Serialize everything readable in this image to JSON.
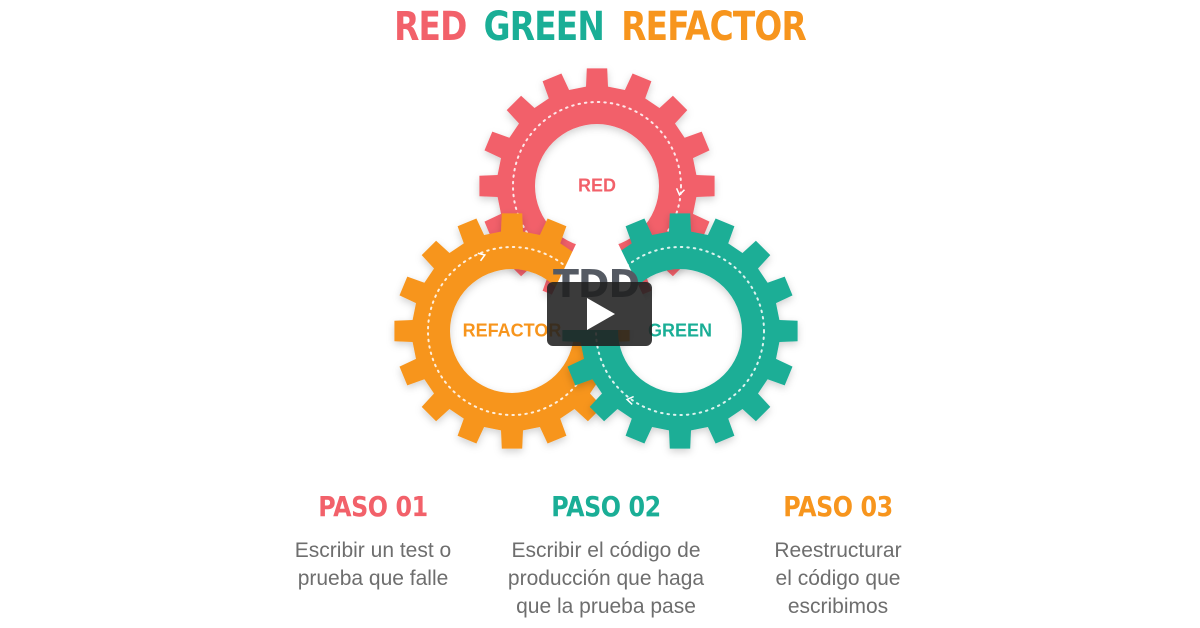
{
  "title": {
    "word1": "RED",
    "word2": "GREEN",
    "word3": "REFACTOR"
  },
  "gears": {
    "red": {
      "label": "RED",
      "color": "#f2616a"
    },
    "green": {
      "label": "GREEN",
      "color": "#1aae96"
    },
    "refactor": {
      "label": "REFACTOR",
      "color": "#f7951d"
    },
    "center_label": "TDD"
  },
  "video": {
    "play_icon": "play-icon"
  },
  "steps": [
    {
      "title": "PASO 01",
      "desc": [
        "Escribir un test o",
        "prueba que falle"
      ]
    },
    {
      "title": "PASO 02",
      "desc": [
        "Escribir el código de",
        "producción que haga",
        "que la prueba pase"
      ]
    },
    {
      "title": "PASO 03",
      "desc": [
        "Reestructurar",
        "el código que",
        "escribimos"
      ]
    }
  ]
}
